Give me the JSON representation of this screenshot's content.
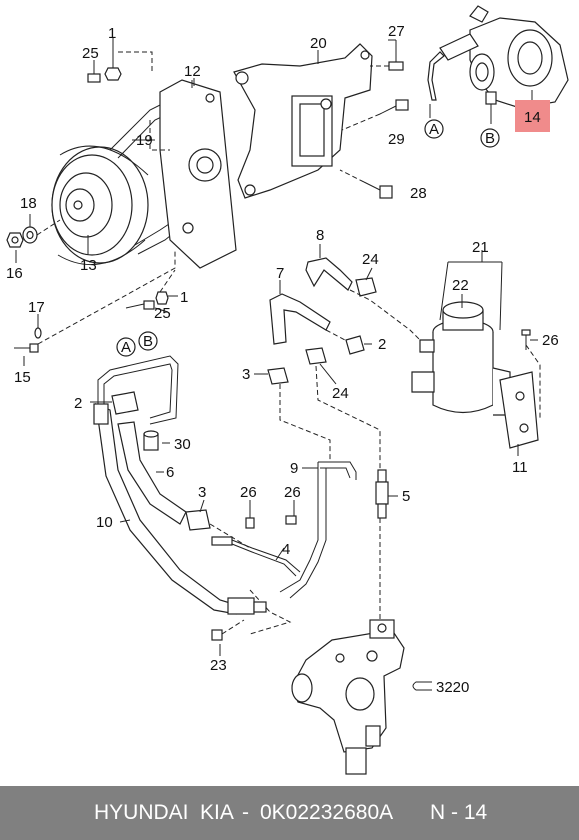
{
  "callouts": {
    "p1a": "1",
    "p25a": "25",
    "p12": "12",
    "p20": "20",
    "p27": "27",
    "p29": "29",
    "p28": "28",
    "p19": "19",
    "p18": "18",
    "p16": "16",
    "p13": "13",
    "p17": "17",
    "p15": "15",
    "p1b": "1",
    "p25b": "25",
    "p8": "8",
    "p7": "7",
    "p24a": "24",
    "p21": "21",
    "p22": "22",
    "p26a": "26",
    "p2a": "2",
    "p3a": "3",
    "p24b": "24",
    "p11": "11",
    "p2b": "2",
    "p30": "30",
    "p6": "6",
    "p10": "10",
    "p3b": "3",
    "p26b": "26",
    "p26c": "26",
    "p9": "9",
    "p5": "5",
    "p4": "4",
    "p23": "23",
    "p3220": "3220",
    "p14": "14"
  },
  "connectors": {
    "a1": "A",
    "b1": "B",
    "a2": "A",
    "b2": "B"
  },
  "highlight_color": "#f08b8b",
  "footer": {
    "brand": "HYUNDAI",
    "make": "KIA",
    "separator": "-",
    "part_number": "0K02232680A",
    "ref_label": "N - 14"
  }
}
